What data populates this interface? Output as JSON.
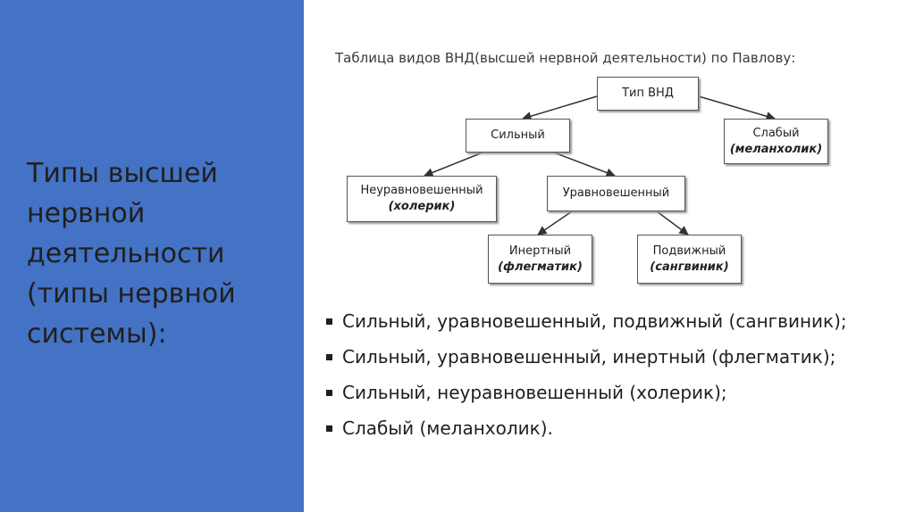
{
  "slide": {
    "title": "Типы высшей нервной деятельности (типы нервной системы):"
  },
  "diagram": {
    "title": "Таблица видов ВНД(высшей нервной деятельности) по Павлову:",
    "nodes": {
      "root": {
        "label": "Тип ВНД"
      },
      "strong": {
        "label": "Сильный"
      },
      "weak": {
        "label": "Слабый",
        "sub": "(меланхолик)"
      },
      "unbalanced": {
        "label": "Неуравновешенный",
        "sub": "(холерик)"
      },
      "balanced": {
        "label": "Уравновешенный"
      },
      "inert": {
        "label": "Инертный",
        "sub": "(флегматик)"
      },
      "mobile": {
        "label": "Подвижный",
        "sub": "(сангвиник)"
      }
    }
  },
  "bullets": [
    "Сильный, уравновешенный, подвижный (сангвиник);",
    "Сильный, уравновешенный, инертный (флегматик);",
    "Сильный, неуравновешенный (холерик);",
    "Слабый (меланхолик)."
  ]
}
